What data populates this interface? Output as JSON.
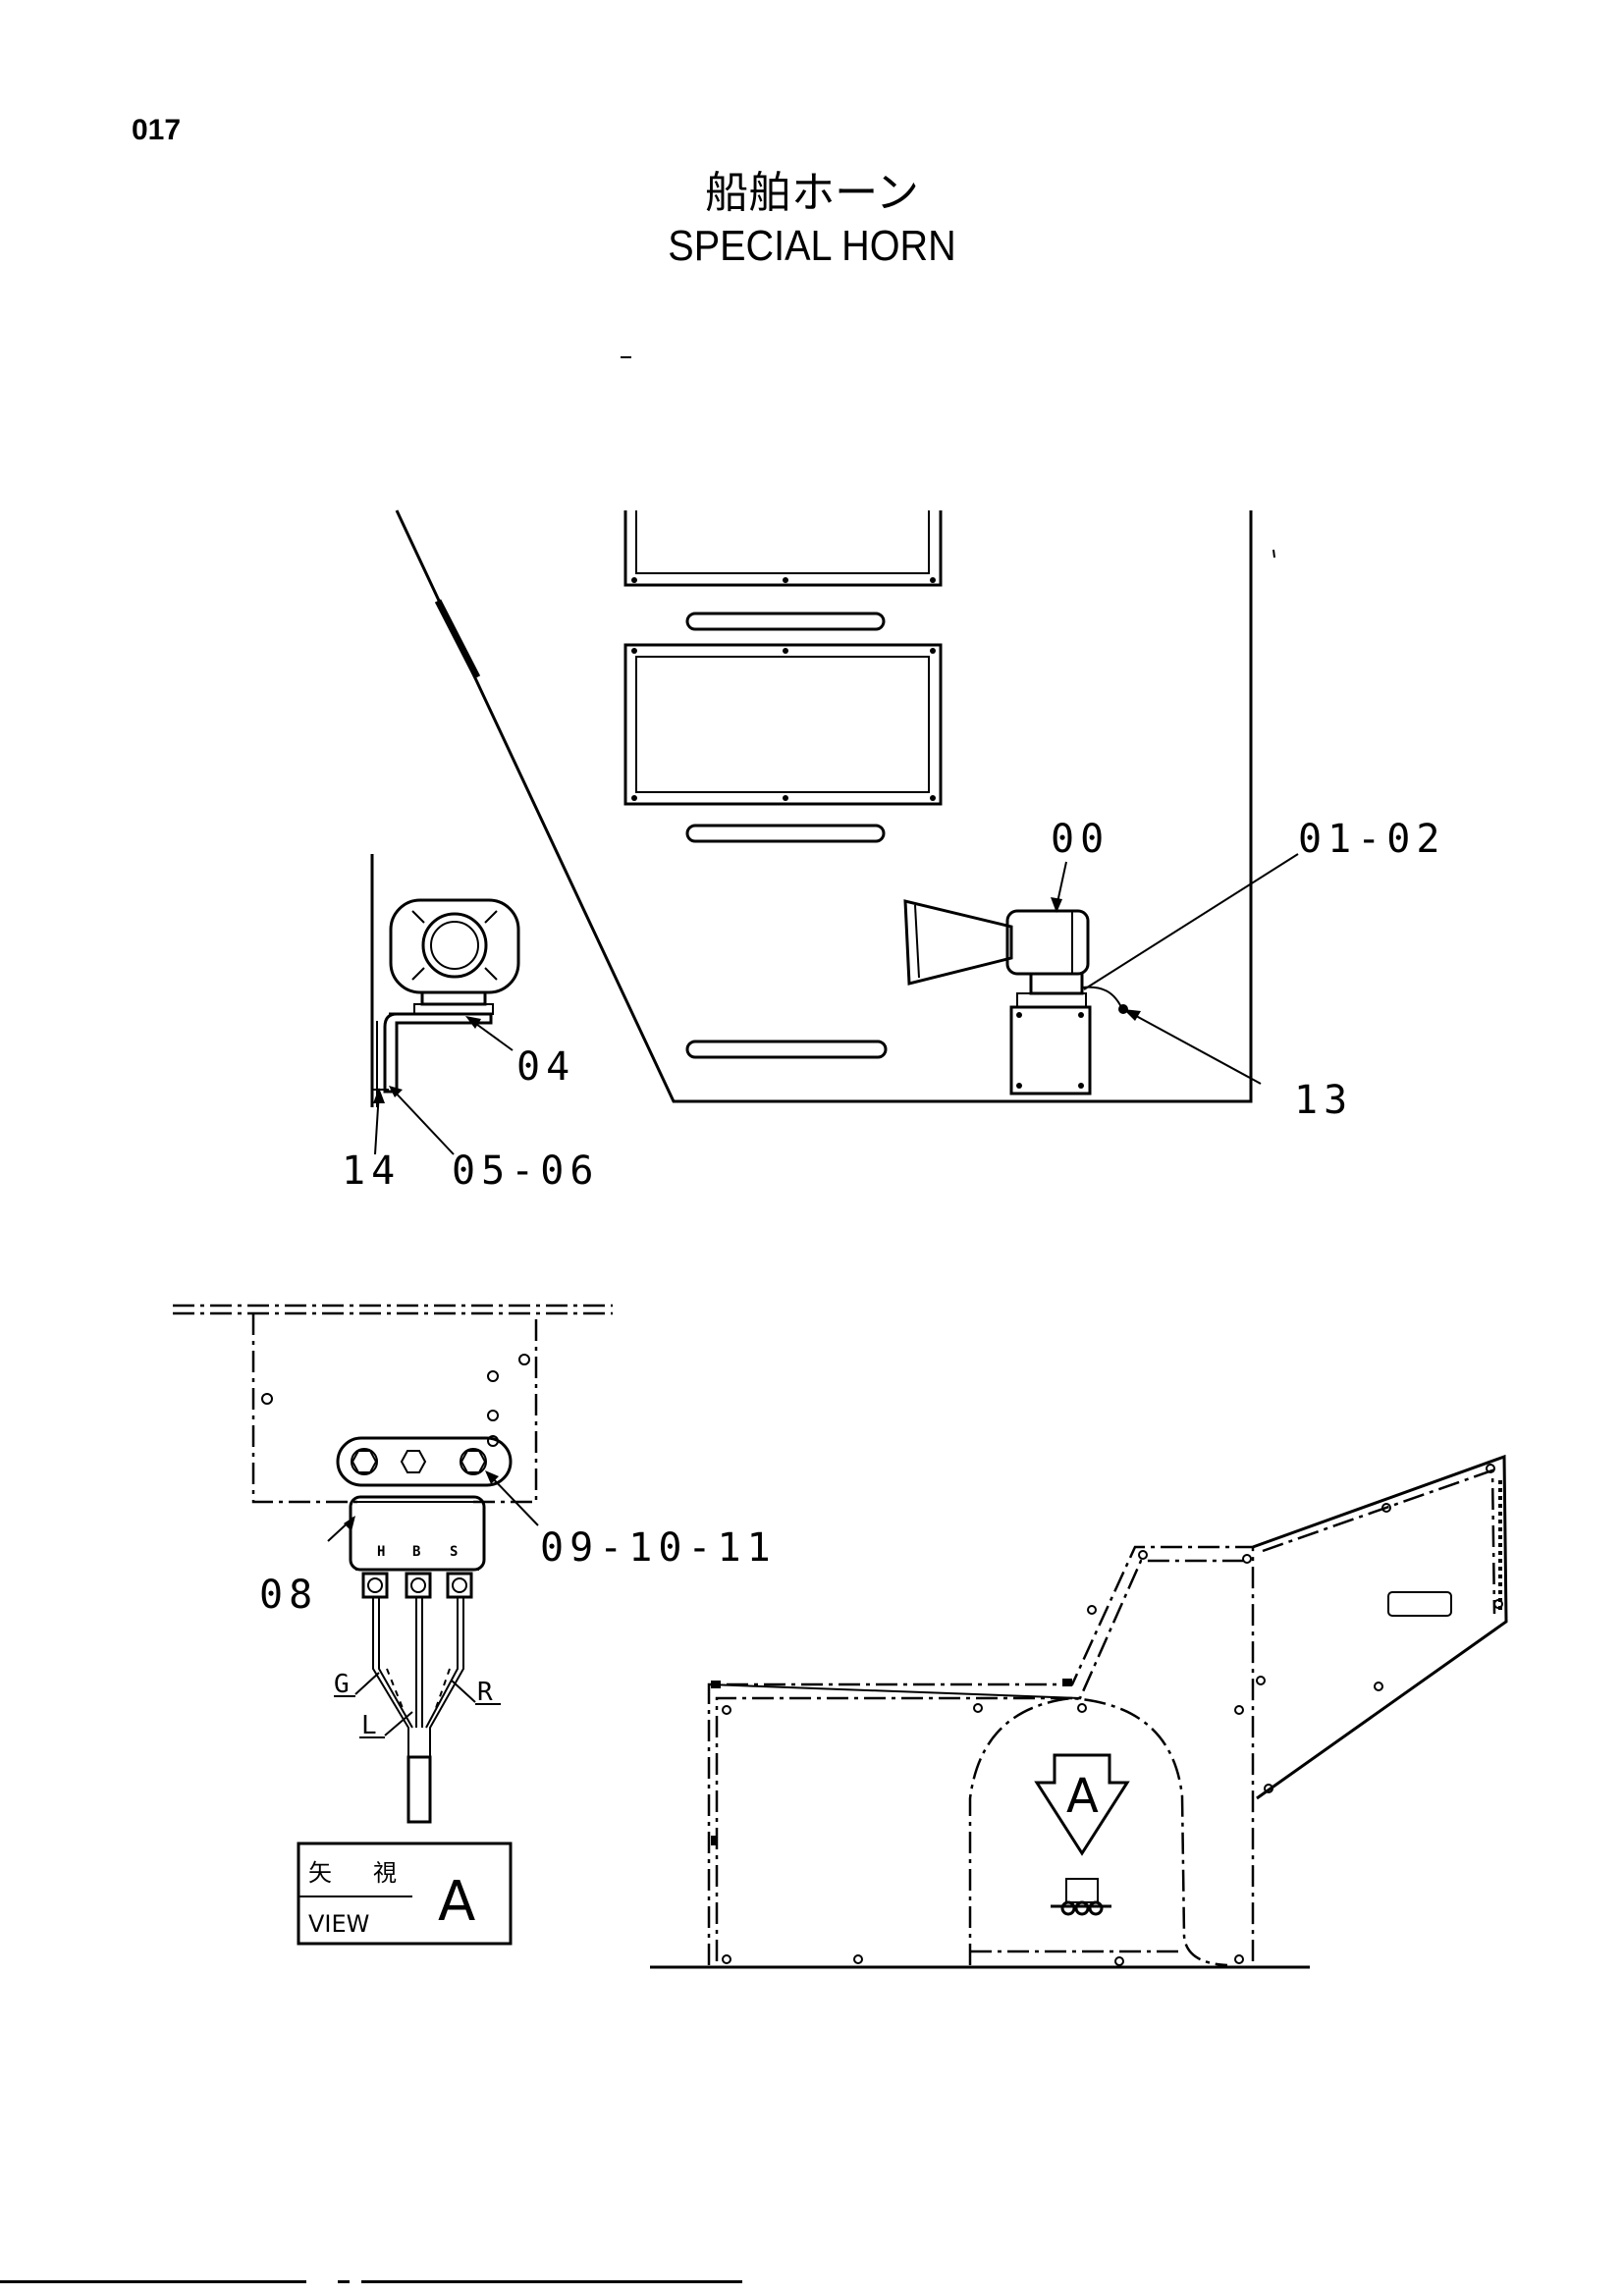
{
  "page_number": "017",
  "title": {
    "japanese": "船舶ホーン",
    "english": "SPECIAL HORN"
  },
  "callouts": {
    "horn": "00",
    "horn_bolt": "01-02",
    "clamp": "13",
    "bracket": "04",
    "bracket_bolt": "05-06",
    "spacer": "14",
    "relay": "08",
    "relay_bolts": "09-10-11"
  },
  "relay_terminals": {
    "h": "H",
    "b": "B",
    "s": "S"
  },
  "wire_colors": {
    "g": "G",
    "l": "L",
    "r": "R"
  },
  "view_label": {
    "japanese_1": "矢",
    "japanese_2": "視",
    "english": "VIEW",
    "letter": "A"
  },
  "view_arrow_letter": "A"
}
